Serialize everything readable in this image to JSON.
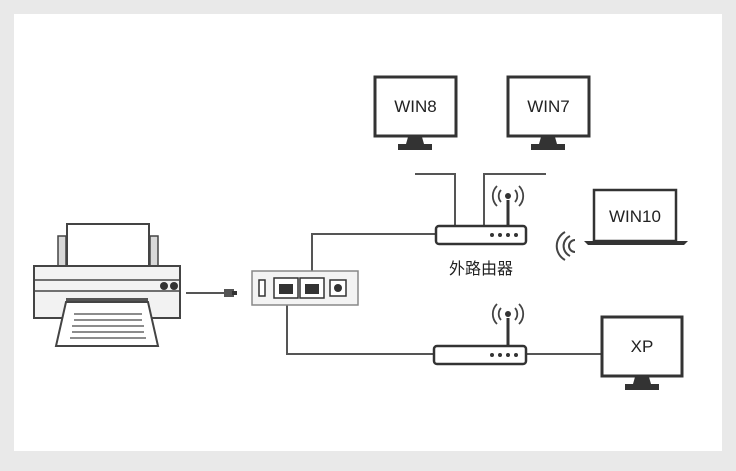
{
  "diagram": {
    "monitors": [
      {
        "id": "win8",
        "label": "WIN8"
      },
      {
        "id": "win7",
        "label": "WIN7"
      },
      {
        "id": "xp",
        "label": "XP"
      }
    ],
    "laptop": {
      "label": "WIN10"
    },
    "external_router": {
      "label": "外路由器"
    }
  }
}
